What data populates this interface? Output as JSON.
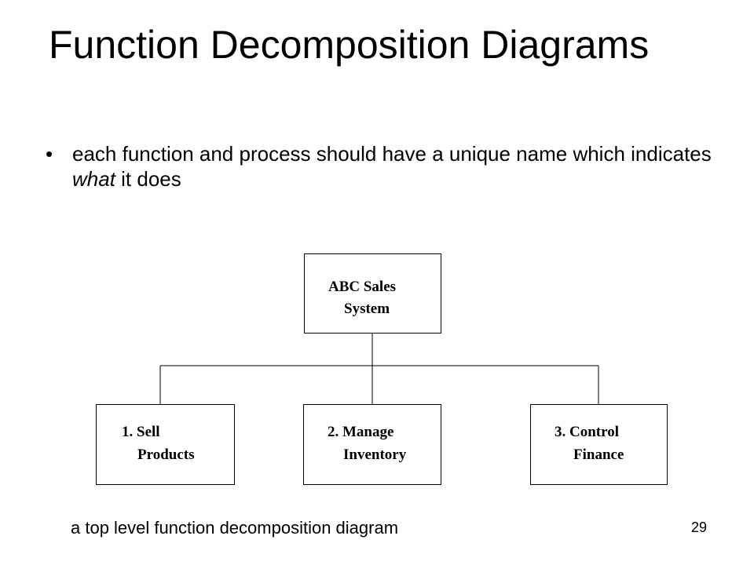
{
  "slide": {
    "title": "Function Decomposition Diagrams",
    "bullet": {
      "glyph": "•",
      "text_part1": "each function and process should have a unique name which indicates ",
      "text_emphasis": "what",
      "text_part2": " it does"
    },
    "caption": "a top level function decomposition diagram",
    "page_number": "29"
  },
  "diagram": {
    "root": {
      "line1": "ABC Sales",
      "line2": "System"
    },
    "children": [
      {
        "line1": "1.  Sell",
        "line2": "Products"
      },
      {
        "line1": "2.  Manage",
        "line2": "Inventory"
      },
      {
        "line1": "3.  Control",
        "line2": "Finance"
      }
    ]
  }
}
